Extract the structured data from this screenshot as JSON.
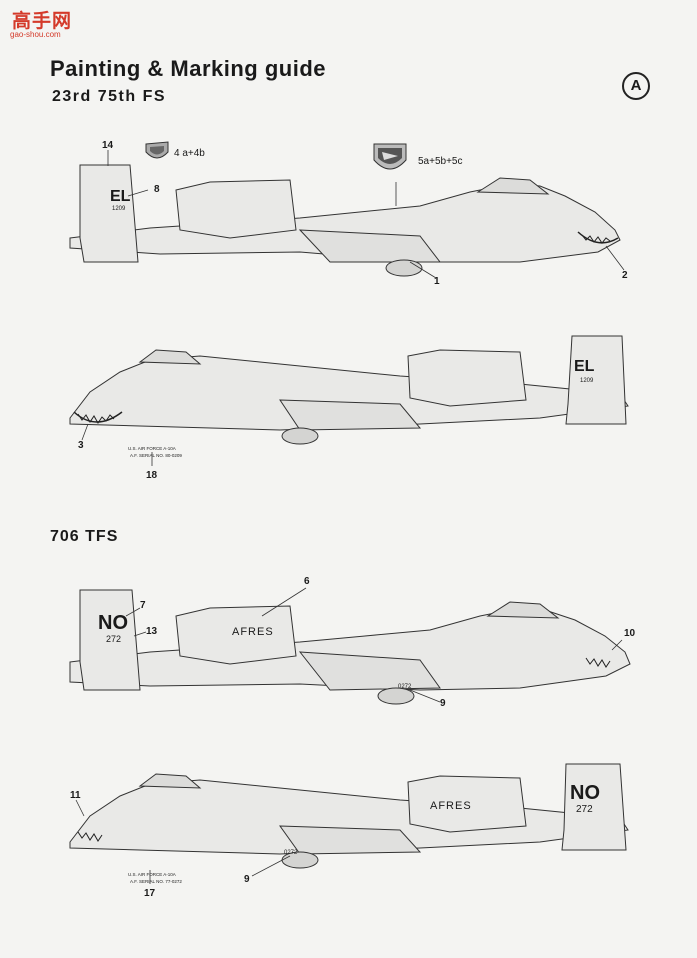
{
  "watermark": {
    "text": "高手网",
    "url": "gao-shou.com"
  },
  "title": "Painting & Marking guide",
  "scheme_badge": "A",
  "sections": [
    {
      "heading": "23rd  75th  FS"
    },
    {
      "heading": "706 TFS"
    }
  ],
  "decals": {
    "sq_emblem_label": "4 a+4b",
    "wing_emblem_label": "5a+5b+5c"
  },
  "aircraft": [
    {
      "tail_code": "EL",
      "tail_serial": "1209",
      "callouts": [
        "14",
        "8",
        "1",
        "2"
      ]
    },
    {
      "tail_code": "EL",
      "tail_serial": "1209",
      "callouts": [
        "3",
        "18"
      ],
      "stencil": [
        "U.S. AIR FORCE A-10A",
        "A.F. SERIAL NO. 80-0209"
      ]
    },
    {
      "tail_code": "NO",
      "tail_serial": "272",
      "nacelle_text": "AFRES",
      "store_text": "0272",
      "callouts": [
        "7",
        "13",
        "6",
        "10",
        "9"
      ]
    },
    {
      "tail_code": "NO",
      "tail_serial": "272",
      "nacelle_text": "AFRES",
      "store_text": "0272",
      "callouts": [
        "11",
        "9",
        "17"
      ],
      "stencil": [
        "U.S. AIR FORCE A-10A",
        "A.F. SERIAL NO. 77-0272"
      ]
    }
  ]
}
